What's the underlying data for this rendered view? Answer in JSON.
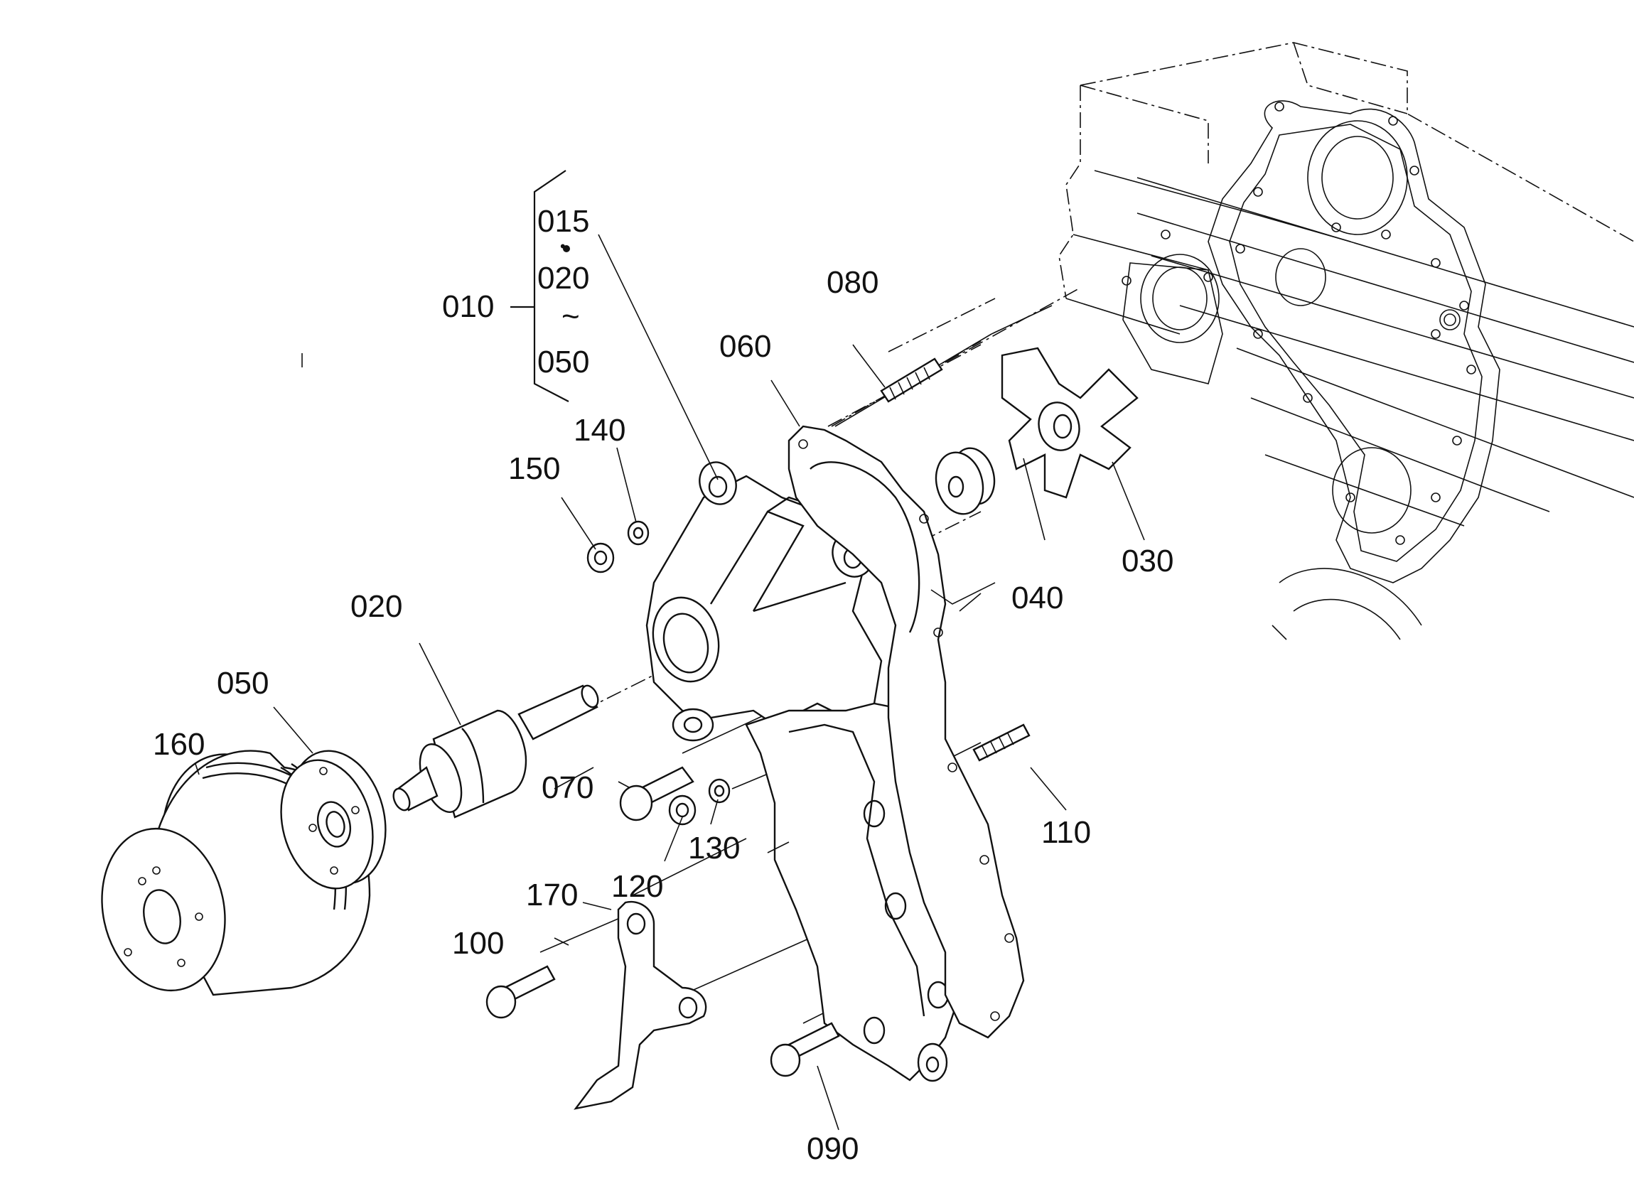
{
  "diagram": {
    "title": "Water pump exploded view",
    "group": {
      "main_label": "010",
      "members": [
        "015",
        "020",
        "050"
      ],
      "range_separator": "~",
      "dot": "•"
    },
    "callouts": [
      {
        "id": "015",
        "part": "pump-body"
      },
      {
        "id": "080",
        "part": "stud"
      },
      {
        "id": "060",
        "part": "gasket"
      },
      {
        "id": "140",
        "part": "washer"
      },
      {
        "id": "150",
        "part": "nut"
      },
      {
        "id": "040",
        "part": "seal"
      },
      {
        "id": "030",
        "part": "impeller"
      },
      {
        "id": "020",
        "part": "bearing-shaft"
      },
      {
        "id": "050",
        "part": "flange"
      },
      {
        "id": "160",
        "part": "pulley"
      },
      {
        "id": "070",
        "part": "bolt"
      },
      {
        "id": "120",
        "part": "nut"
      },
      {
        "id": "130",
        "part": "washer"
      },
      {
        "id": "110",
        "part": "stud"
      },
      {
        "id": "170",
        "part": "bracket"
      },
      {
        "id": "100",
        "part": "bolt"
      },
      {
        "id": "090",
        "part": "bolt"
      }
    ]
  }
}
